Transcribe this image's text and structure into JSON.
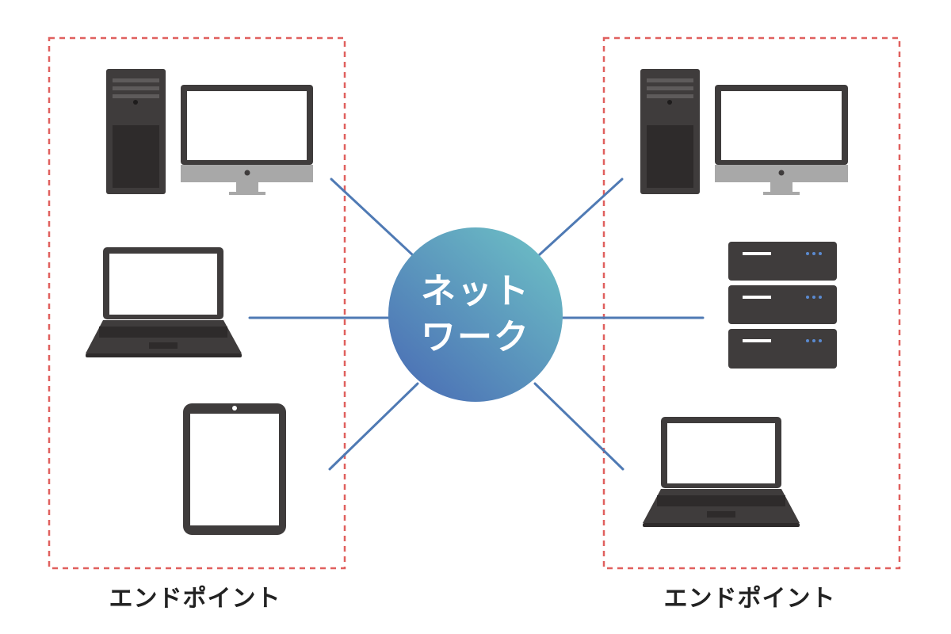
{
  "hub": {
    "line1": "ネット",
    "line2": "ワーク"
  },
  "groups": [
    {
      "label": "エンドポイント",
      "devices": [
        "desktop-pc-icon",
        "laptop-icon",
        "tablet-icon"
      ]
    },
    {
      "label": "エンドポイント",
      "devices": [
        "desktop-pc-icon",
        "server-rack-icon",
        "laptop-icon"
      ]
    }
  ],
  "colors": {
    "frame": "#e0605e",
    "link": "#4f7ab4",
    "device_dark": "#3f3c3c",
    "device_screen": "#ffffff",
    "monitor_bezel": "#a8a8a8",
    "server_led": "#5a8ad0",
    "hub_gradient_start": "#6ab9c4",
    "hub_gradient_end": "#4d74b6"
  }
}
